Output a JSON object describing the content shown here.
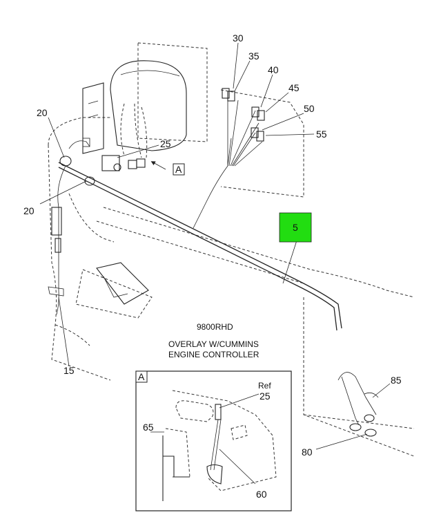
{
  "callouts": {
    "c30": "30",
    "c35": "35",
    "c40": "40",
    "c45": "45",
    "c50": "50",
    "c55": "55",
    "c20a": "20",
    "c25": "25",
    "c20b": "20",
    "c5": "5",
    "c15": "15",
    "c85": "85",
    "c80": "80",
    "cA": "A"
  },
  "highlight_color": "#22dd11",
  "caption": {
    "model": "9800RHD",
    "line1": "OVERLAY W/CUMMINS",
    "line2": "ENGINE CONTROLLER"
  },
  "detail": {
    "tag": "A",
    "ref_label": "Ref",
    "ref_num": "25",
    "c65": "65",
    "c60": "60"
  }
}
